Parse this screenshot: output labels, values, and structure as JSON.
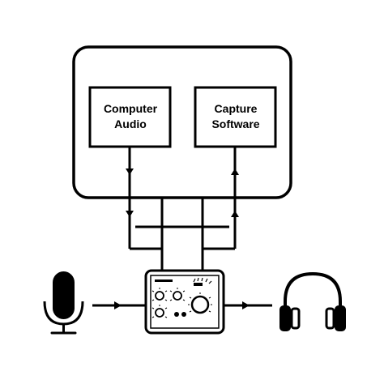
{
  "diagram": {
    "nodes": {
      "computer_audio": {
        "line1": "Computer",
        "line2": "Audio"
      },
      "capture_software": {
        "line1": "Capture",
        "line2": "Software"
      }
    },
    "icons": [
      "computer-icon",
      "microphone-icon",
      "audio-interface-icon",
      "headphones-icon"
    ],
    "colors": {
      "stroke": "#000000",
      "background": "#ffffff"
    }
  }
}
